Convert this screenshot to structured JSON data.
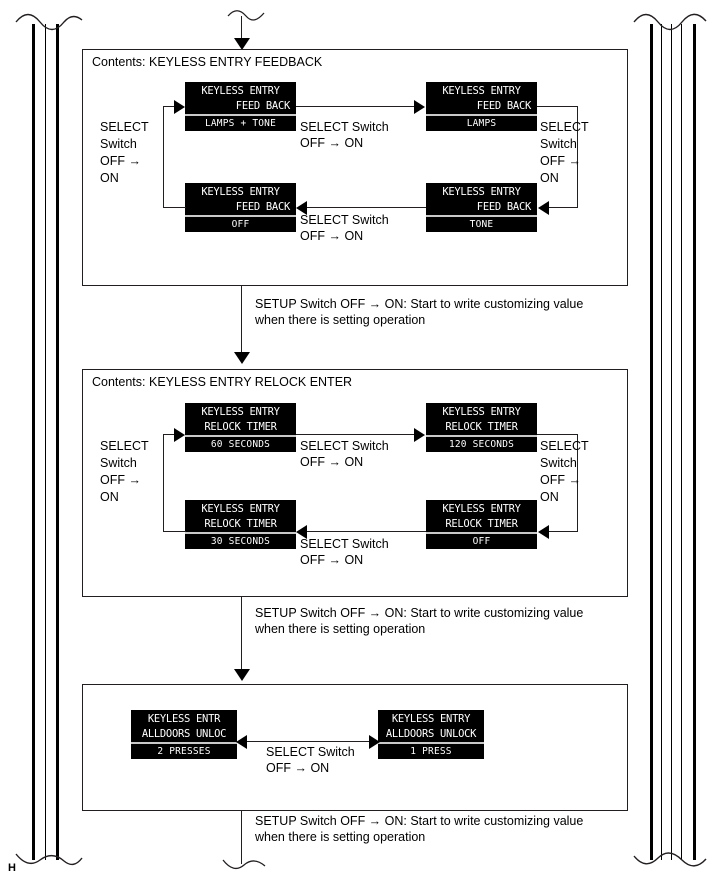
{
  "page": {
    "corner_marker": "H",
    "edge_break_top": "wavy-break",
    "edge_break_bottom": "wavy-break"
  },
  "connectors": {
    "select_switch": "SELECT Switch\nOFF → ON",
    "select_switch_vertical": "SELECT\nSwitch\nOFF →\nON",
    "setup_note": "SETUP Switch OFF → ON: Start to write customizing value\nwhen there is setting operation"
  },
  "sections": [
    {
      "id": "feedback",
      "title": "Contents: KEYLESS ENTRY FEEDBACK",
      "displays": [
        {
          "id": "fb-lamps-tone",
          "line1": "KEYLESS ENTRY",
          "line2": "FEED  BACK",
          "line3": "LAMPS   + TONE"
        },
        {
          "id": "fb-lamps",
          "line1": "KEYLESS ENTRY",
          "line2": "FEED  BACK",
          "line3": "LAMPS"
        },
        {
          "id": "fb-tone",
          "line1": "KEYLESS ENTRY",
          "line2": "FEED  BACK",
          "line3": "TONE"
        },
        {
          "id": "fb-off",
          "line1": "KEYLESS ENTRY",
          "line2": "FEED  BACK",
          "line3": "OFF"
        }
      ]
    },
    {
      "id": "relock",
      "title": "Contents: KEYLESS ENTRY RELOCK ENTER",
      "displays": [
        {
          "id": "rl-60",
          "line1": "KEYLESS ENTRY",
          "line2": "RELOCK TIMER",
          "line3": "60  SECONDS"
        },
        {
          "id": "rl-120",
          "line1": "KEYLESS ENTRY",
          "line2": "RELOCK TIMER",
          "line3": "120  SECONDS"
        },
        {
          "id": "rl-off",
          "line1": "KEYLESS ENTRY",
          "line2": "RELOCK TIMER",
          "line3": "OFF"
        },
        {
          "id": "rl-30",
          "line1": "KEYLESS ENTRY",
          "line2": "RELOCK TIMER",
          "line3": "30  SECONDS"
        }
      ]
    },
    {
      "id": "alldoors",
      "title": "",
      "displays": [
        {
          "id": "ad-2press",
          "line1": "KEYLESS ENTR",
          "line2": "ALLDOORS UNLOC",
          "line3": "2  PRESSES"
        },
        {
          "id": "ad-1press",
          "line1": "KEYLESS ENTRY",
          "line2": "ALLDOORS UNLOCK",
          "line3": "1  PRESS"
        }
      ]
    }
  ]
}
